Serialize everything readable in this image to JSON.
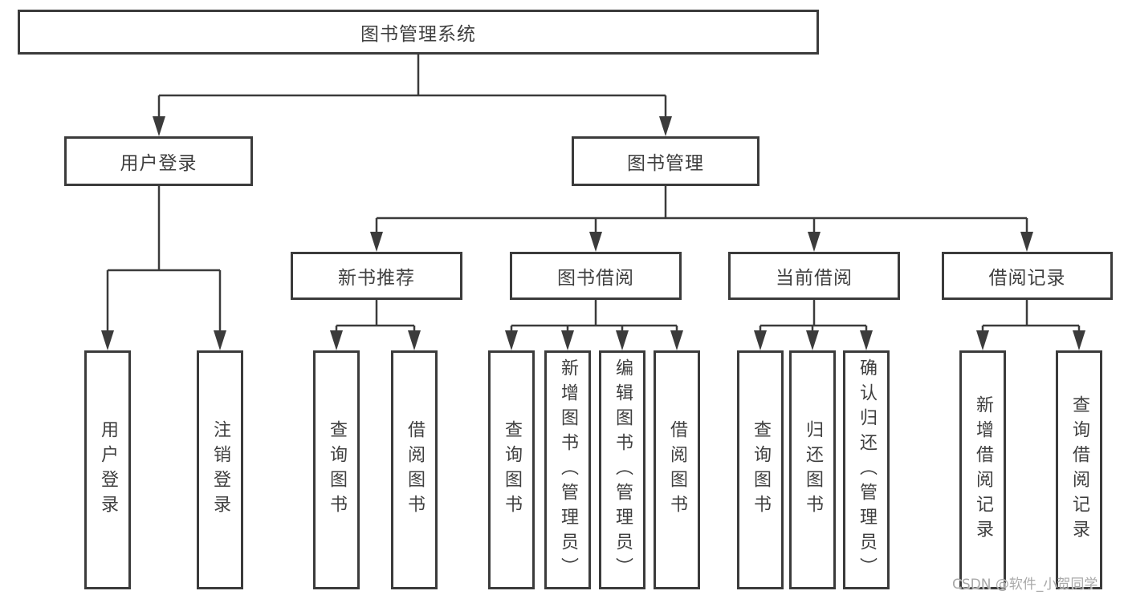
{
  "watermark": "CSDN @软件_小贺同学",
  "diagram": {
    "root": "图书管理系统",
    "user_login_branch": {
      "label": "用户登录",
      "children": [
        "用户登录",
        "注销登录"
      ]
    },
    "book_mgmt_branch": {
      "label": "图书管理",
      "groups": [
        {
          "label": "新书推荐",
          "children": [
            "查询图书",
            "借阅图书"
          ]
        },
        {
          "label": "图书借阅",
          "children": [
            "查询图书",
            "新增图书（管理员）",
            "编辑图书（管理员）",
            "借阅图书"
          ]
        },
        {
          "label": "当前借阅",
          "children": [
            "查询图书",
            "归还图书",
            "确认归还（管理员）"
          ]
        },
        {
          "label": "借阅记录",
          "children": [
            "新增借阅记录",
            "查询借阅记录"
          ]
        }
      ]
    }
  }
}
